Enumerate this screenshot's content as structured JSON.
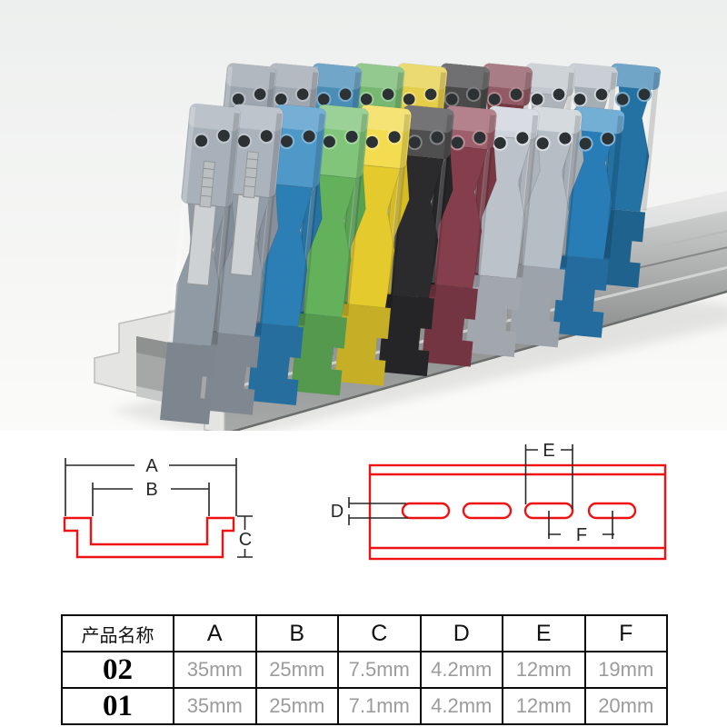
{
  "page": {
    "background": "#ffffff"
  },
  "photo": {
    "description": "Assorted colored UK-series screw terminal blocks clipped onto an aluminum DIN rail, studio product photo",
    "background_top": "#edefee",
    "background_bottom": "#fbfbf9",
    "rail": {
      "top_light": "#e8e9e8",
      "top_dark": "#c4c6c5",
      "face_light": "#cdcfce",
      "face_mid": "#8e9190",
      "face_low": "#a8aaa9",
      "edge": "#6b6d6c",
      "cap": "#e4e5e3",
      "cap_inner": "#a6a8a7",
      "cap_deep": "#8f9190",
      "shadow": "#d4d5d1"
    },
    "screw_metal": "#ced1d3",
    "screw_shaft": "#bcbfc1",
    "front_blocks": [
      {
        "name": "gray-terminal-block",
        "color": "#98a2ad"
      },
      {
        "name": "gray-terminal-block",
        "color": "#9ba5b0"
      },
      {
        "name": "blue-terminal-block",
        "color": "#2e86bf"
      },
      {
        "name": "green-terminal-block",
        "color": "#68ba60"
      },
      {
        "name": "yellow-terminal-block",
        "color": "#f1d52f"
      },
      {
        "name": "black-terminal-block",
        "color": "#2d2d2f"
      },
      {
        "name": "burgundy-terminal-block",
        "color": "#8c4150"
      },
      {
        "name": "silver-terminal-block",
        "color": "#c5ccd4"
      },
      {
        "name": "silver-terminal-block",
        "color": "#bfc7cf"
      },
      {
        "name": "blue-terminal-block",
        "color": "#2b84c0"
      }
    ],
    "back_blocks": [
      {
        "name": "gray-terminal-block",
        "color": "#8a949f"
      },
      {
        "name": "gray-terminal-block",
        "color": "#8d97a2"
      },
      {
        "name": "blue-terminal-block",
        "color": "#2878ab"
      },
      {
        "name": "green-terminal-block",
        "color": "#5cab55"
      },
      {
        "name": "yellow-terminal-block",
        "color": "#e0c528"
      },
      {
        "name": "black-terminal-block",
        "color": "#272729"
      },
      {
        "name": "burgundy-terminal-block",
        "color": "#7d3a47"
      },
      {
        "name": "silver-terminal-block",
        "color": "#b5bcc4"
      },
      {
        "name": "silver-terminal-block",
        "color": "#afb7bf"
      },
      {
        "name": "blue-terminal-block",
        "color": "#2677ac"
      }
    ]
  },
  "diagrams": {
    "line_color": "#f01212",
    "dim_color": "#262626",
    "left": {
      "label_a": "A",
      "label_b": "B",
      "label_c": "C"
    },
    "right": {
      "label_d": "D",
      "label_e": "E",
      "label_f": "F"
    }
  },
  "table": {
    "border_color": "#0a0a0a",
    "value_color": "#9b9b9b",
    "headers": [
      "产品名称",
      "A",
      "B",
      "C",
      "D",
      "E",
      "F"
    ],
    "rows": [
      {
        "name": "02",
        "values": [
          "35mm",
          "25mm",
          "7.5mm",
          "4.2mm",
          "12mm",
          "19mm"
        ]
      },
      {
        "name": "01",
        "values": [
          "35mm",
          "25mm",
          "7.1mm",
          "4.2mm",
          "12mm",
          "20mm"
        ]
      }
    ]
  }
}
